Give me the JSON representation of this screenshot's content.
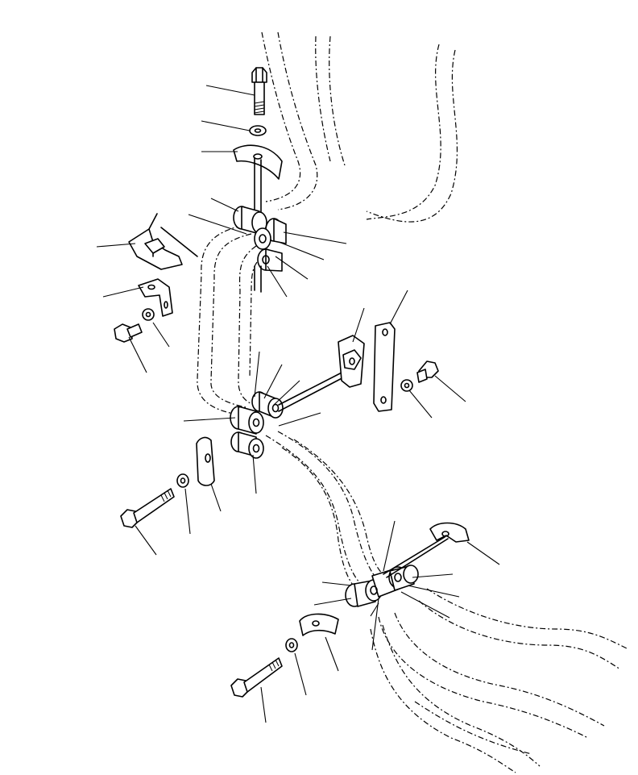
{
  "figure": {
    "background": "#ffffff",
    "ink": "#000000",
    "parts": [
      "bolt",
      "washer",
      "clamp-half",
      "grommet",
      "bracket",
      "plate",
      "nut-block"
    ]
  }
}
